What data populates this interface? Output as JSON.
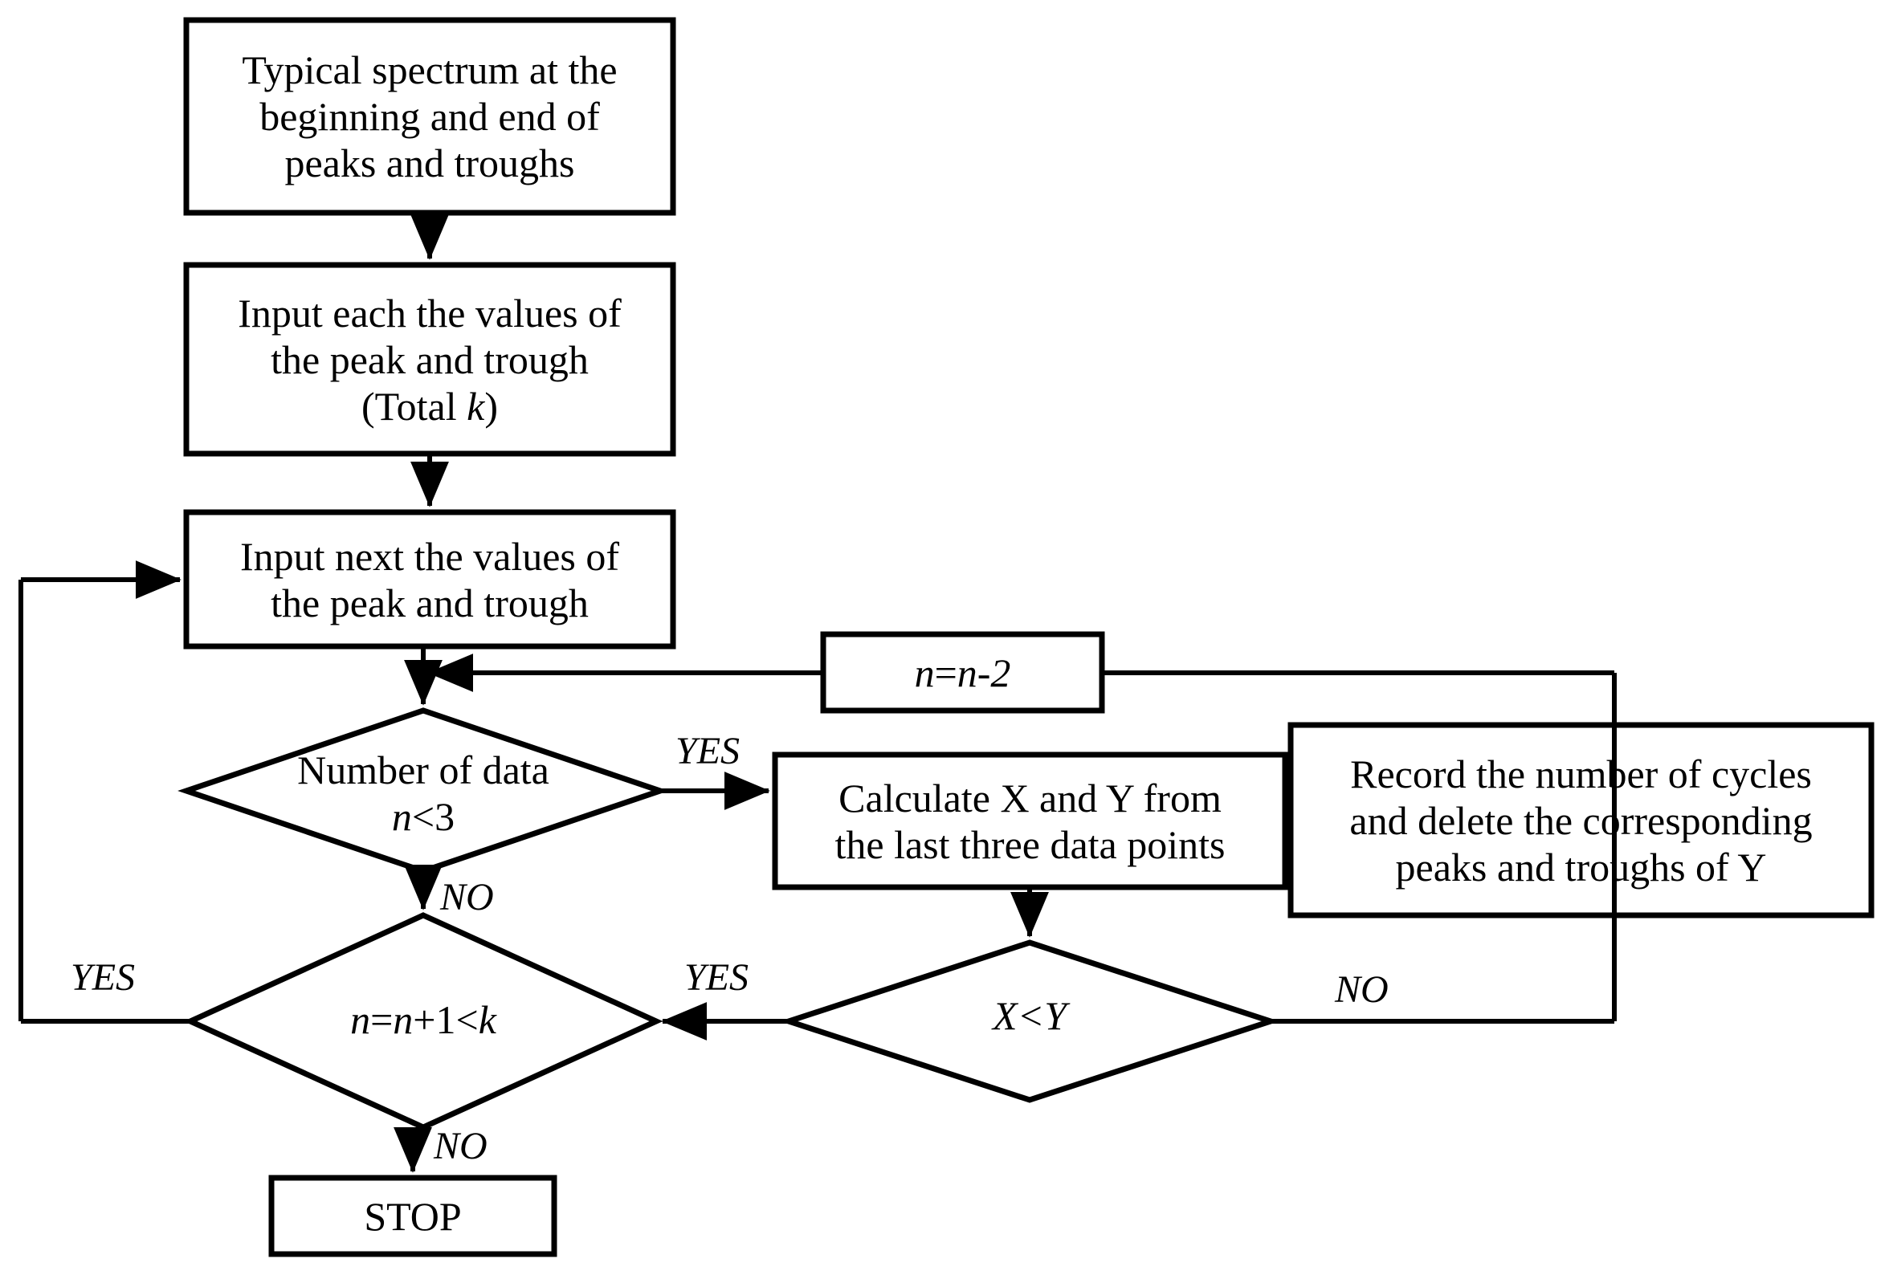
{
  "diagram": {
    "title": "Rainflow cycle counting flowchart",
    "type": "flowchart",
    "stroke_color": "#000000",
    "fill_color": "#ffffff",
    "background": "#ffffff"
  },
  "nodes": {
    "start_spectrum": {
      "shape": "process",
      "text": "Typical spectrum at the\nbeginning and end of\npeaks and troughs"
    },
    "input_each": {
      "shape": "process",
      "line1": "Input each the values of",
      "line2": "the peak and trough",
      "line3_pre": "(Total ",
      "line3_ital": "k",
      "line3_post": ")"
    },
    "input_next": {
      "shape": "process",
      "text": "Input next the values of\nthe peak and trough"
    },
    "decision_number_of_data": {
      "shape": "decision",
      "line1": "Number of data",
      "line2_ital": "n",
      "line2_post": "<3"
    },
    "n_minus_2": {
      "shape": "process",
      "ital": "n",
      "mid": "=",
      "ital2": "n",
      "post": "-2"
    },
    "calculate_xy": {
      "shape": "process",
      "text": "Calculate X and Y from\nthe last three data points"
    },
    "record_cycles": {
      "shape": "process",
      "text": "Record the number of cycles\nand delete the corresponding\npeaks and troughs of Y"
    },
    "decision_x_lt_y": {
      "shape": "decision",
      "ital_x": "X",
      "op": "<",
      "ital_y": "Y"
    },
    "decision_n_plus_1": {
      "shape": "decision",
      "ital_n1": "n",
      "eq": "=",
      "ital_n2": "n",
      "plus": "+1<",
      "ital_k": "k"
    },
    "stop": {
      "shape": "process",
      "text": "STOP"
    }
  },
  "edge_labels": {
    "yes_to_calculate": "YES",
    "no_to_n_plus_1": "NO",
    "yes_x_lt_y": "YES",
    "no_x_lt_y": "NO",
    "yes_loop_back": "YES",
    "no_to_stop": "NO"
  }
}
